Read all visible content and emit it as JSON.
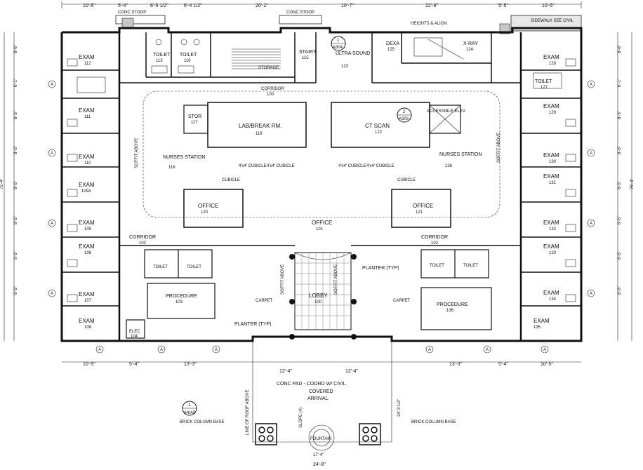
{
  "dims_top": [
    "10'-5\"",
    "5'-4\"",
    "6'-5 1/2\"",
    "6'-4 1/2\"",
    "20'-2\"",
    "10'-7\"",
    "22'-9\"",
    "5'-5\"",
    "10'-5\""
  ],
  "dims_bottom": [
    "10'-5\"",
    "5'-4\"",
    "13'-3\"",
    "12'-4\"",
    "12'-4\"",
    "13'-3\"",
    "5'-4\"",
    "10'-5\""
  ],
  "top_notes": {
    "stoop_left": "CONC STOOP",
    "stoop_right": "CONC STOOP",
    "sidewalk": "SIDEWALK SEE CIVIL",
    "heights": "HEIGHTS & ALIGN"
  },
  "rooms_left": [
    {
      "name": "EXAM",
      "num": "112"
    },
    {
      "name": "EXAM",
      "num": "111"
    },
    {
      "name": "EXAM",
      "num": "110"
    },
    {
      "name": "EXAM",
      "num": "109A"
    },
    {
      "name": "EXAM",
      "num": "105"
    },
    {
      "name": "EXAM",
      "num": "106"
    },
    {
      "name": "EXAM",
      "num": "107"
    },
    {
      "name": "EXAM",
      "num": "108"
    }
  ],
  "rooms_right": [
    {
      "name": "EXAM",
      "num": "128"
    },
    {
      "name": "EXAM",
      "num": "129"
    },
    {
      "name": "EXAM",
      "num": "130"
    },
    {
      "name": "EXAM",
      "num": "131"
    },
    {
      "name": "EXAM",
      "num": "132"
    },
    {
      "name": "EXAM",
      "num": "133"
    },
    {
      "name": "EXAM",
      "num": "134"
    },
    {
      "name": "EXAM",
      "num": "135"
    }
  ],
  "core_rooms": {
    "toilet_a": "TOILET",
    "toilet_a_num": "113",
    "toilet_b": "TOILET",
    "toilet_b_num": "116",
    "stairs": "STAIRS",
    "stairs_num": "115",
    "storage": "STORAGE",
    "ultra": "ULTRA SOUND",
    "ultra_num": "123",
    "dexa": "DEXA",
    "dexa_num": "125",
    "xray": "X-RAY",
    "xray_num": "124",
    "toilet_r": "TOILET",
    "toilet_r_num": "127",
    "stor": "STOR",
    "stor_num": "117",
    "lab": "LAB/BREAK RM.",
    "lab_num": "118",
    "ct": "CT SCAN",
    "ct_num": "122",
    "nurse_l": "NURSES STATION",
    "nurse_l_num": "116",
    "nurse_r": "NURSES STATION",
    "nurse_r_num": "126",
    "office_l": "OFFICE",
    "office_l_num": "120",
    "office_r": "OFFICE",
    "office_r_num": "121",
    "office_c": "OFFICE",
    "office_c_num": "101",
    "corridor_top": "CORRIDOR",
    "corridor_top_num": "100",
    "corridor_l": "CORRIDOR",
    "corridor_l_num": "102",
    "corridor_r": "CORRIDOR",
    "corridor_r_num": "102",
    "proc_l": "PROCEDURE",
    "proc_l_num": "103",
    "proc_r": "PROCEDURE",
    "proc_r_num": "136",
    "lobby": "LOBBY",
    "lobby_num": "100",
    "elec": "ELEC",
    "elec_num": "104",
    "elev": "ACCESSIBLE ELEV.",
    "cubicle": "4'x4' CUBICLE",
    "cubicle_label": "CUBICLE",
    "toilet_small": "TOILET",
    "planter": "PLANTER (TYP)",
    "carpet": "CARPET",
    "soffit": "SOFFIT ABOVE"
  },
  "arrival": {
    "pad": "CONC PAD - COORD W/ CIVIL",
    "covered": "COVERED",
    "arrival": "ARRIVAL",
    "roof_line": "LINE OF ROOF ABOVE",
    "slope": "SLOPE (4)",
    "column_l": "BRICK COLUMN BASE",
    "column_r": "BRICK COLUMN BASE",
    "fountain": "FOUNTAIN",
    "width": "24'-8\"",
    "width_sub": "17'-4\"",
    "depth": "24'-3 1/2\"",
    "detail": "1",
    "sheet": "A4/A5"
  },
  "sections": [
    {
      "num": "1",
      "sheet": "A304"
    },
    {
      "num": "2",
      "sheet": "A303"
    }
  ],
  "grid_tag": "A",
  "dims_right": [
    "8'-6\"",
    "6'-1\"",
    "8'-5\"",
    "8'-5\"",
    "8'-5\"",
    "8'-5\"",
    "8'-5\"",
    "8'-5\""
  ],
  "dims_left": [
    "8'-6\"",
    "6'-1\"",
    "8'-5\"",
    "8'-5\"",
    "8'-5\"",
    "8'-5\"",
    "8'-5\"",
    "8'-5\""
  ],
  "overall_height": "75'-4\""
}
